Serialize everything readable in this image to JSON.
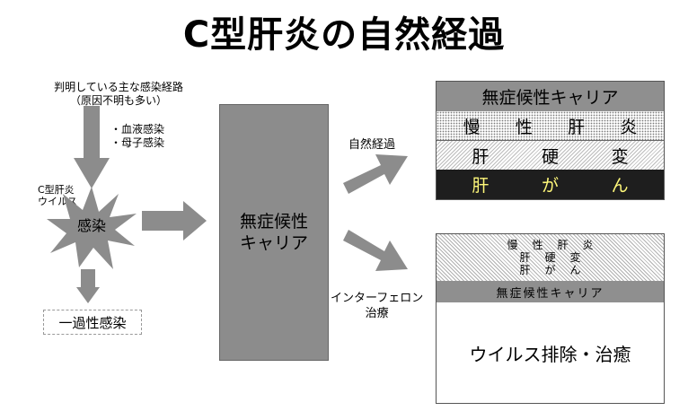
{
  "title": "C型肝炎の自然経過",
  "routes": {
    "heading_line1": "判明している主な感染経路",
    "heading_line2": "（原因不明も多い）",
    "item1": "・血液感染",
    "item2": "・母子感染"
  },
  "virus_label": {
    "line1": "C型肝炎",
    "line2": "ウイルス"
  },
  "infection": "感染",
  "transient": "一過性感染",
  "carrier_center": {
    "line1": "無症候性",
    "line2": "キャリア"
  },
  "path_natural": "自然経過",
  "path_interferon": {
    "line1": "インターフェロン",
    "line2": "治療"
  },
  "natural_box": {
    "header": "無症候性キャリア",
    "chronic": [
      "慢",
      "性",
      "肝",
      "炎"
    ],
    "cirrhosis": [
      "肝",
      "硬",
      "変"
    ],
    "cancer": [
      "肝",
      "が",
      "ん"
    ]
  },
  "treated_box": {
    "chronic": [
      "慢",
      "性",
      "肝",
      "炎"
    ],
    "cirrhosis": [
      "肝",
      "硬",
      "変"
    ],
    "cancer": [
      "肝",
      "が",
      "ん"
    ],
    "carrier": "無症候性キャリア",
    "cure": "ウイルス排除・治癒"
  },
  "colors": {
    "box_gray": "#8c8c8c",
    "cancer_bg": "#1e1e1e",
    "cancer_text": "#fff87a"
  }
}
